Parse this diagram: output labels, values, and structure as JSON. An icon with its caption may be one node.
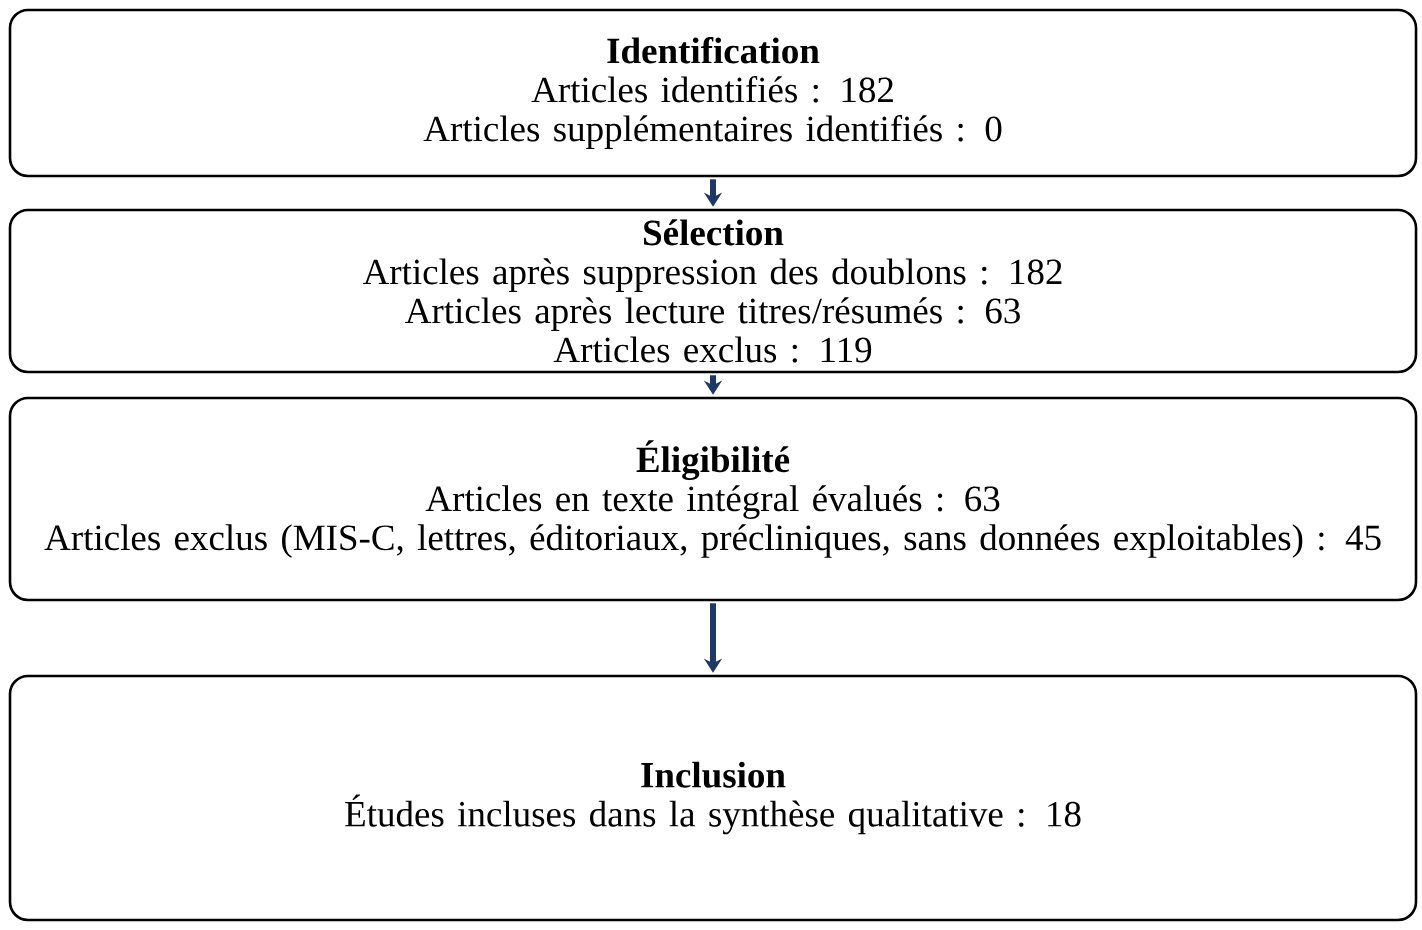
{
  "diagram": {
    "nodes": [
      {
        "text": [
          "Identification",
          "Articles identifiés : 182",
          "Articles supplémentaires identifiés : 0"
        ]
      },
      {
        "text": [
          "Sélection",
          "Articles après suppression des doublons : 182",
          "Articles après lecture titres/résumés : 63",
          "Articles exclus : 119"
        ]
      },
      {
        "text": [
          "Éligibilité",
          "Articles en texte intégral évalués : 63",
          "Articles exclus (MIS-C, lettres, éditoriaux, précliniques, sans données exploitables) : 45"
        ]
      },
      {
        "text": [
          "Inclusion",
          "Études incluses dans la synthèse qualitative : 18"
        ]
      }
    ],
    "edges": [
      {
        "from": 0,
        "to": 1,
        "arrow": "to"
      },
      {
        "from": 1,
        "to": 2,
        "arrow": "to"
      },
      {
        "from": 2,
        "to": 3,
        "arrow": "to"
      }
    ]
  }
}
